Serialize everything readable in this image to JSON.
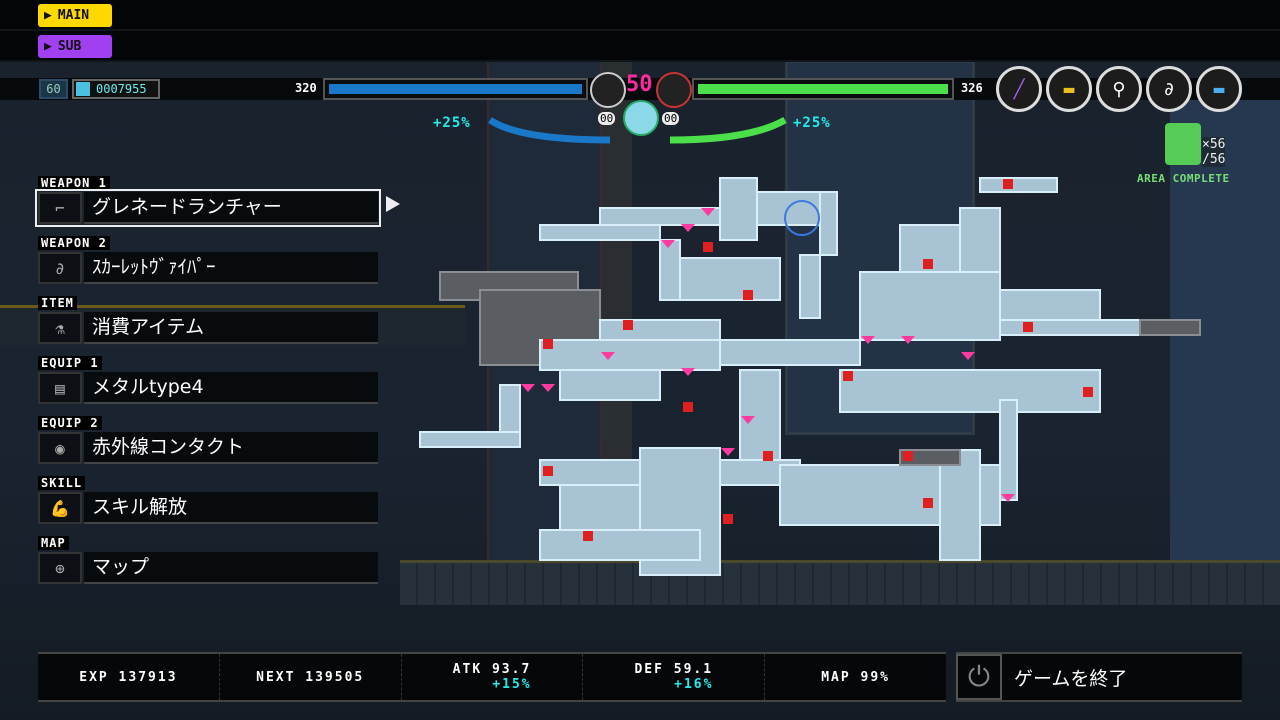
{
  "top_tags": {
    "main": "MAIN",
    "sub": "SUB"
  },
  "hud": {
    "level": "60",
    "gold": "0007955",
    "hp_left": "320",
    "hp_right": "326",
    "combo": "50",
    "bonus_left": "+25%",
    "bonus_right": "+25%",
    "ammo_left": "00",
    "ammo_right": "00",
    "hp_left_fill": 1.0,
    "hp_right_fill": 1.0
  },
  "tools": [
    {
      "icon": "syringe-icon"
    },
    {
      "icon": "card-icon"
    },
    {
      "icon": "grapple-icon"
    },
    {
      "icon": "whip-icon"
    },
    {
      "icon": "device-icon"
    }
  ],
  "collectibles": {
    "count": "×56",
    "total": "/56",
    "status": "AREA COMPLETE"
  },
  "menu": [
    {
      "label": "WEAPON 1",
      "value": "グレネードランチャー",
      "icon": "grenade-launcher-icon",
      "selected": true
    },
    {
      "label": "WEAPON 2",
      "value": "ｽｶｰﾚｯﾄｳﾞｧｲﾊﾟｰ",
      "icon": "whip-icon"
    },
    {
      "label": "ITEM",
      "value": "消費アイテム",
      "icon": "potion-icon"
    },
    {
      "label": "EQUIP 1",
      "value": "メタルtype4",
      "icon": "armor-icon"
    },
    {
      "label": "EQUIP 2",
      "value": "赤外線コンタクト",
      "icon": "lens-icon"
    },
    {
      "label": "SKILL",
      "value": "スキル解放",
      "icon": "arm-icon"
    },
    {
      "label": "MAP",
      "value": "マップ",
      "icon": "map-pin-icon"
    }
  ],
  "stats": {
    "exp": "EXP 137913",
    "next": "NEXT 139505",
    "atk": "ATK 93.7",
    "atk_bonus": "+15%",
    "def": "DEF 59.1",
    "def_bonus": "+16%",
    "map": "MAP  99%"
  },
  "quit": {
    "label": "ゲームを終了"
  },
  "colors": {
    "main": "#ffd800",
    "sub": "#a040f0",
    "hp_left": "#1a78c8",
    "hp_right": "#4be04b",
    "room": "#a8c4d4",
    "marker": "#ff3aa0",
    "save": "#e02020"
  }
}
